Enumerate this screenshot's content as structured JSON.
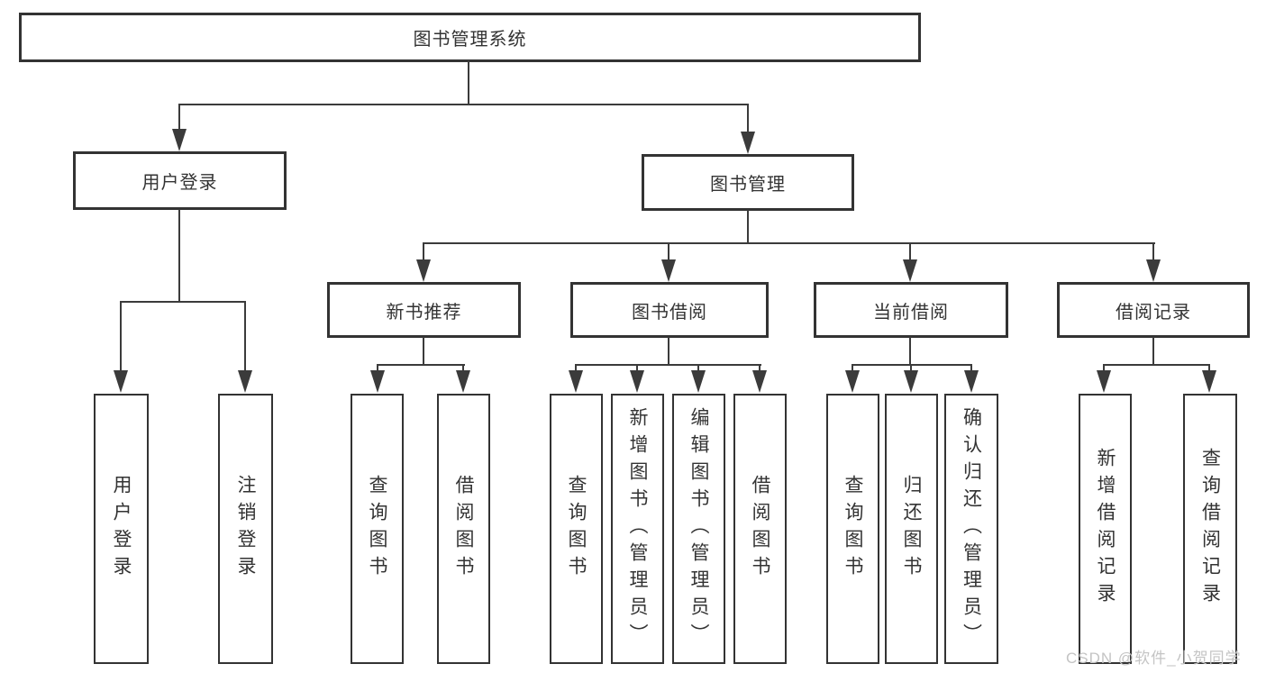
{
  "palette": {
    "line_color": "#3b3b3b",
    "box_border_color": "#333333",
    "text_color": "#333333",
    "background_color": "#ffffff",
    "watermark_color": "#c4c4c4"
  },
  "diagram": {
    "root": {
      "label": "图书管理系统"
    },
    "branches": [
      {
        "label": "用户登录",
        "leaves": [
          {
            "label": "用户登录"
          },
          {
            "label": "注销登录"
          }
        ]
      },
      {
        "label": "图书管理",
        "groups": [
          {
            "label": "新书推荐",
            "leaves": [
              {
                "label": "查询图书"
              },
              {
                "label": "借阅图书"
              }
            ]
          },
          {
            "label": "图书借阅",
            "leaves": [
              {
                "label": "查询图书"
              },
              {
                "label": "新增图书（管理员）"
              },
              {
                "label": "编辑图书（管理员）"
              },
              {
                "label": "借阅图书"
              }
            ]
          },
          {
            "label": "当前借阅",
            "leaves": [
              {
                "label": "查询图书"
              },
              {
                "label": "归还图书"
              },
              {
                "label": "确认归还（管理员）"
              }
            ]
          },
          {
            "label": "借阅记录",
            "leaves": [
              {
                "label": "新增借阅记录"
              },
              {
                "label": "查询借阅记录"
              }
            ]
          }
        ]
      }
    ]
  },
  "watermark": {
    "text": "CSDN @软件_小贺同学"
  }
}
